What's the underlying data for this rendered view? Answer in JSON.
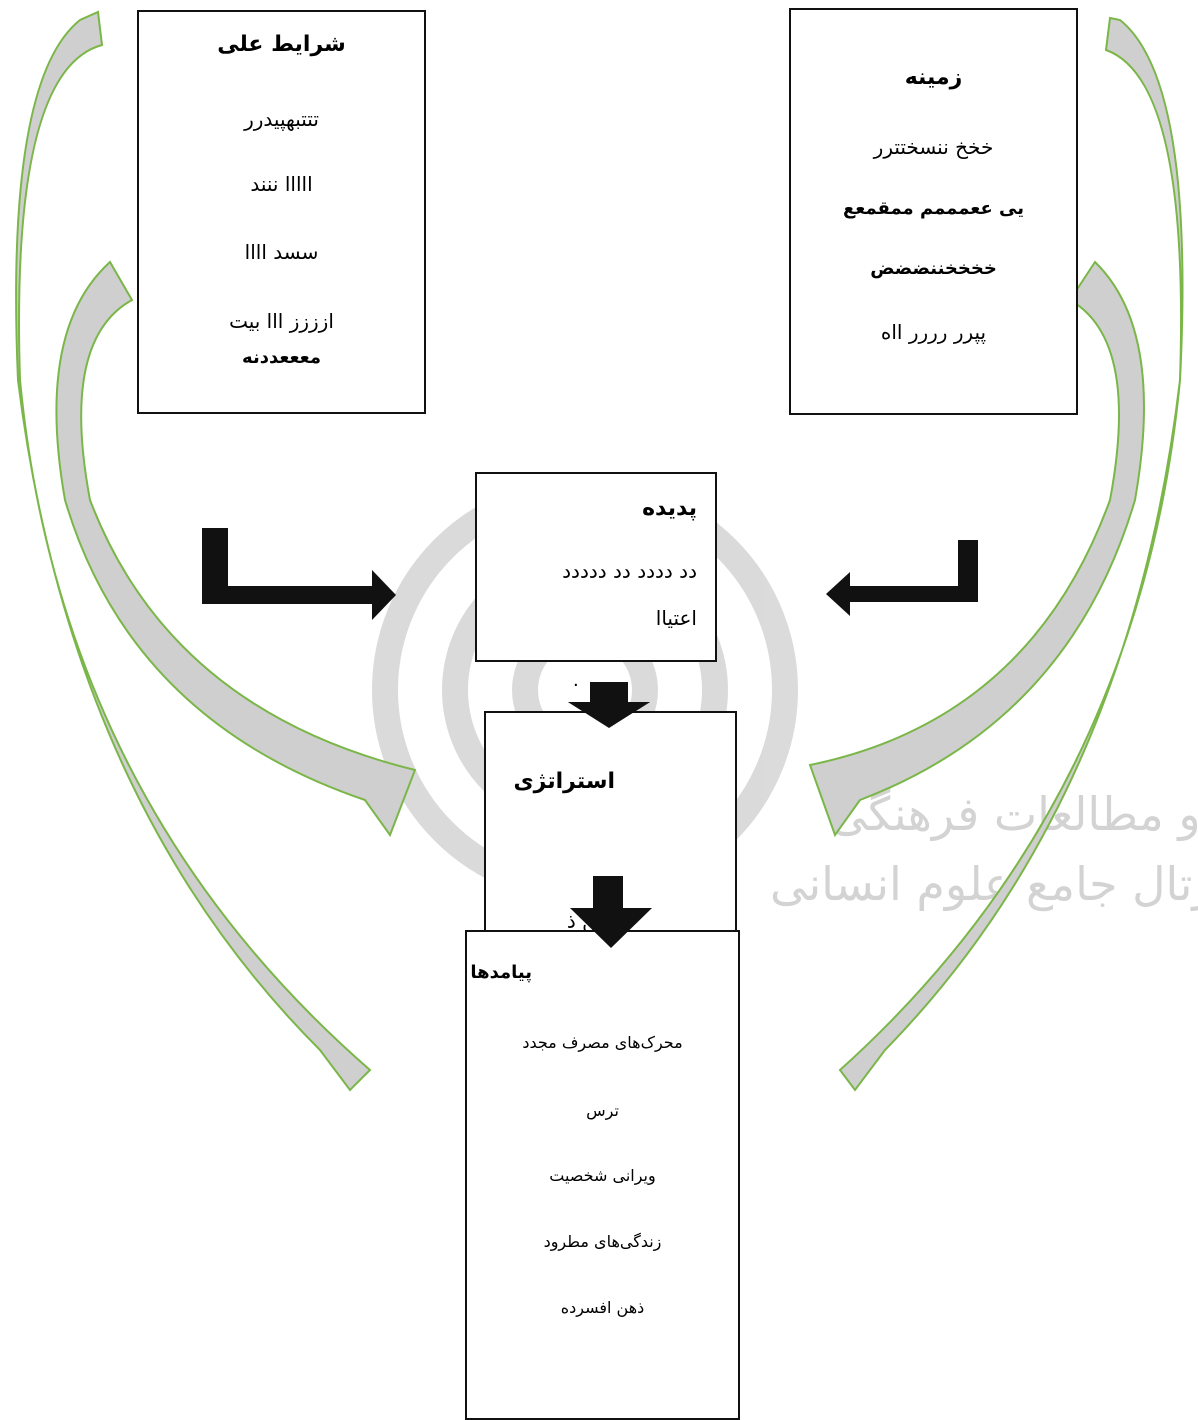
{
  "boxes": {
    "causal": {
      "title": "شرایط علی",
      "lines": [
        "تتتبهپیدرر",
        "ااااا ننند",
        "سسد اااا",
        "ازززز ااا بیت",
        "معععددنه"
      ]
    },
    "context": {
      "title": "زمینه",
      "lines": [
        "خخخ ننسختترر",
        "یی ععمممم ممقمعع",
        "خخخخننضضض",
        "پپرر رررر ااه"
      ]
    },
    "phenomenon": {
      "title": "پدیده",
      "lines": [
        "دد دددد دد ددددد",
        "اعتیاا"
      ]
    },
    "strategy": {
      "title": "استراتژی",
      "dot": "٠",
      "lines": [
        "ننذنن ذ"
      ]
    },
    "consequences": {
      "title": "پیامدها",
      "lines": [
        "محرک‌های مصرف مجدد",
        "ترس",
        "ویرانی شخصیت",
        "زندگی‌های مطرود",
        "ذهن افسرده"
      ]
    }
  },
  "colors": {
    "curve_stroke": "#7ab648",
    "curve_fill": "#cfcfcf",
    "arrow_dark": "#111111",
    "watermark": "#cfcfcf"
  }
}
